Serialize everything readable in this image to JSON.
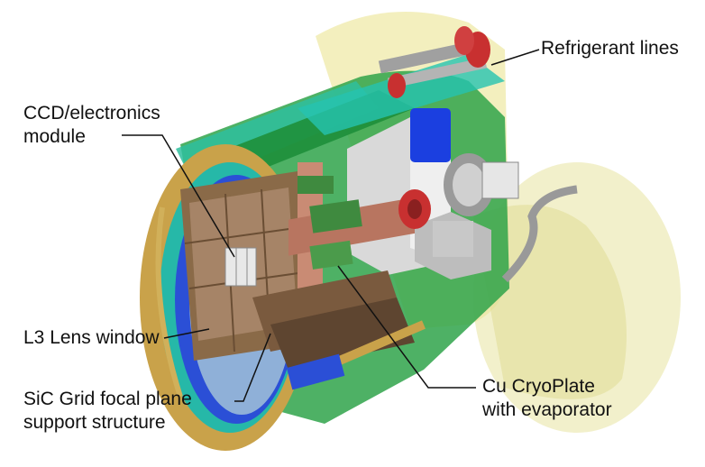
{
  "labels": {
    "refrigerant": "Refrigerant lines",
    "ccd_line1": "CCD/electronics",
    "ccd_line2": "module",
    "l3": "L3 Lens window",
    "sic_line1": "SiC Grid focal plane",
    "sic_line2": "support structure",
    "cu_line1": "Cu CryoPlate",
    "cu_line2": "with evaporator"
  },
  "colors": {
    "ring_gold": "#c9a24a",
    "shell_green": "#2fa34a",
    "shell_teal": "#26b8a8",
    "shell_yellow": "#e6e29a",
    "lens_blue": "#2b4fd6",
    "pump_blue": "#1b3fe0",
    "flange_red": "#c83030",
    "grid_brown": "#8a6a48",
    "plate_copper": "#c98b74",
    "pcb_green": "#3f8a3f",
    "housing_gray": "#c8c8c8",
    "leader_line": "#111111"
  }
}
